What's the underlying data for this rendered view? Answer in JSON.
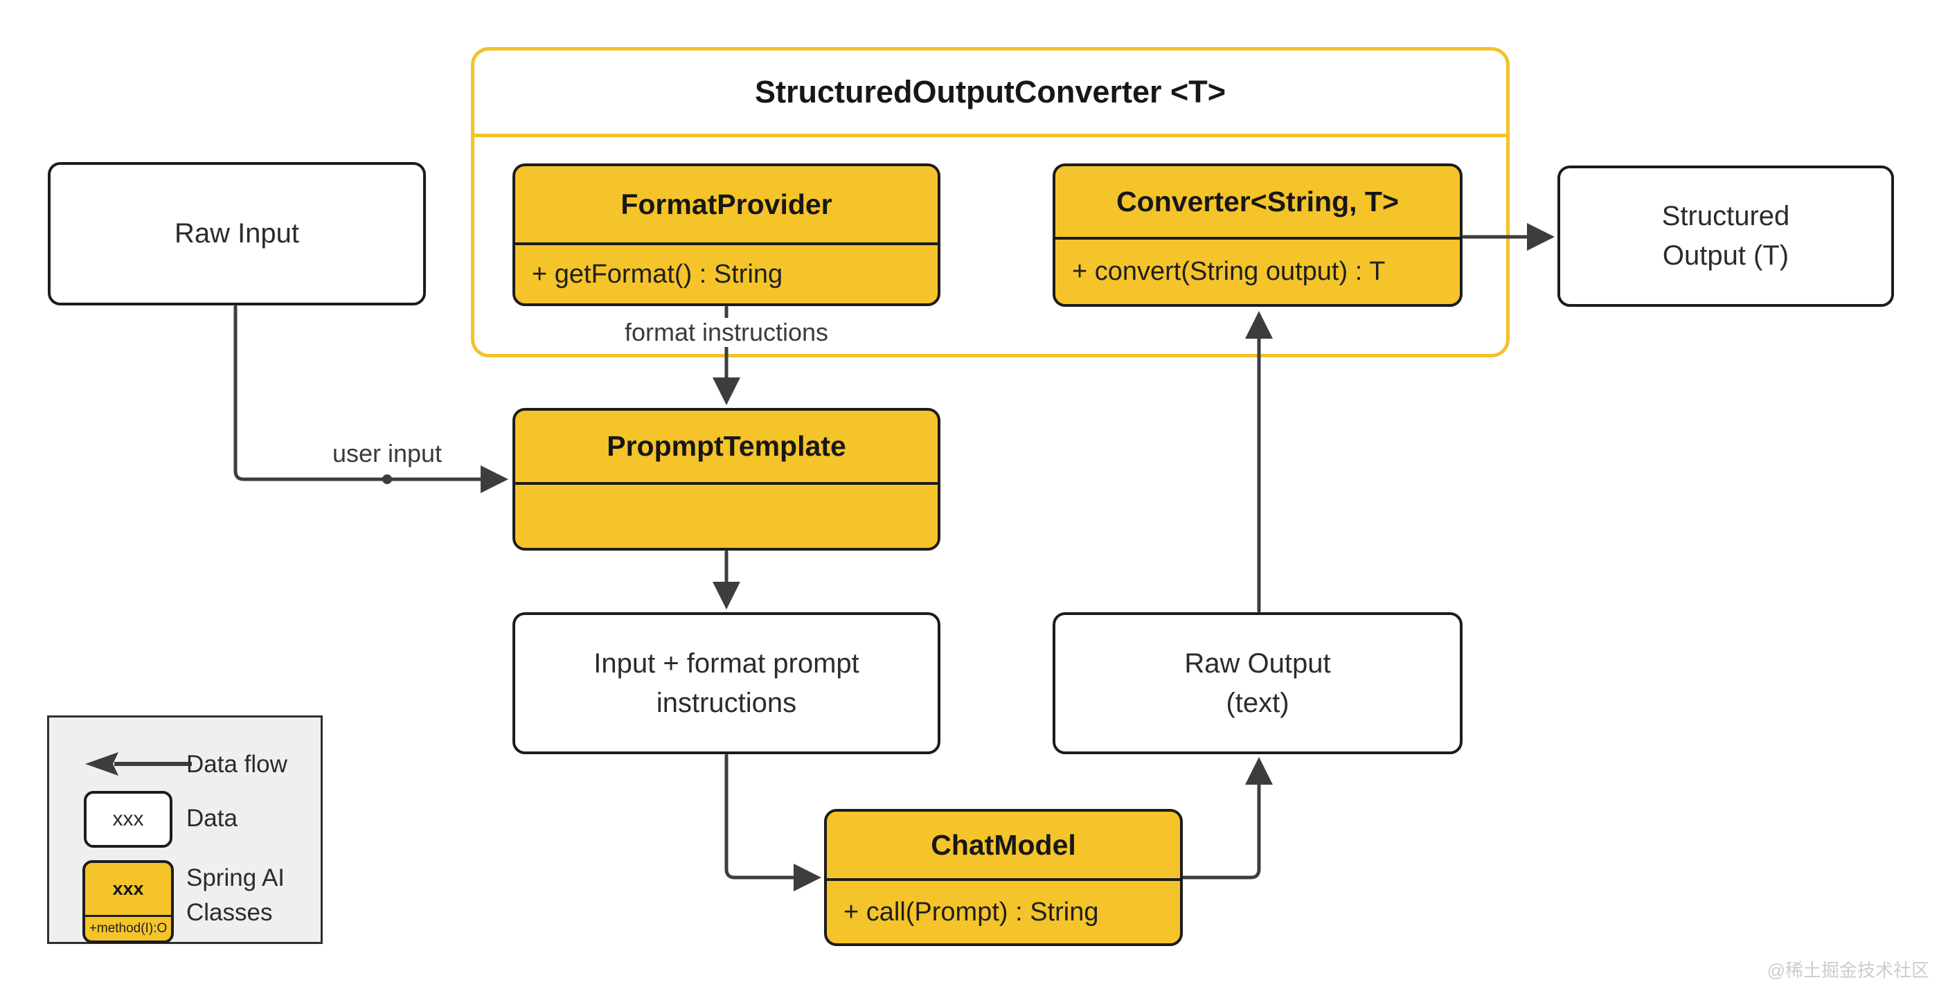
{
  "diagram": {
    "container": {
      "title": "StructuredOutputConverter <T>"
    },
    "classes": {
      "format_provider": {
        "name": "FormatProvider",
        "method": "+ getFormat() : String"
      },
      "converter": {
        "name": "Converter<String, T>",
        "method": "+ convert(String output) : T"
      },
      "prompt_template": {
        "name": "PropmptTemplate",
        "method": ""
      },
      "chat_model": {
        "name": "ChatModel",
        "method": "+ call(Prompt) : String"
      }
    },
    "data_nodes": {
      "raw_input": {
        "line1": "Raw Input",
        "line2": ""
      },
      "input_format": {
        "line1": "Input + format prompt",
        "line2": "instructions"
      },
      "raw_output": {
        "line1": "Raw Output",
        "line2": "(text)"
      },
      "structured_output": {
        "line1": "Structured",
        "line2": "Output (T)"
      }
    },
    "edge_labels": {
      "user_input": "user input",
      "format_instructions": "format instructions"
    },
    "legend": {
      "arrow_label": "Data flow",
      "data_sample": "xxx",
      "data_label": "Data",
      "class_sample": "xxx",
      "class_method": "+method(I):O",
      "class_label_line1": "Spring AI",
      "class_label_line2": "Classes"
    },
    "watermark": "@稀土掘金技术社区",
    "colors": {
      "spring_yellow": "#F5C42A",
      "container_border": "#F2C229",
      "node_border": "#1c1c1c",
      "arrow": "#3d3d3d",
      "legend_bg": "#EFEFEF",
      "watermark": "#cccccc"
    }
  }
}
